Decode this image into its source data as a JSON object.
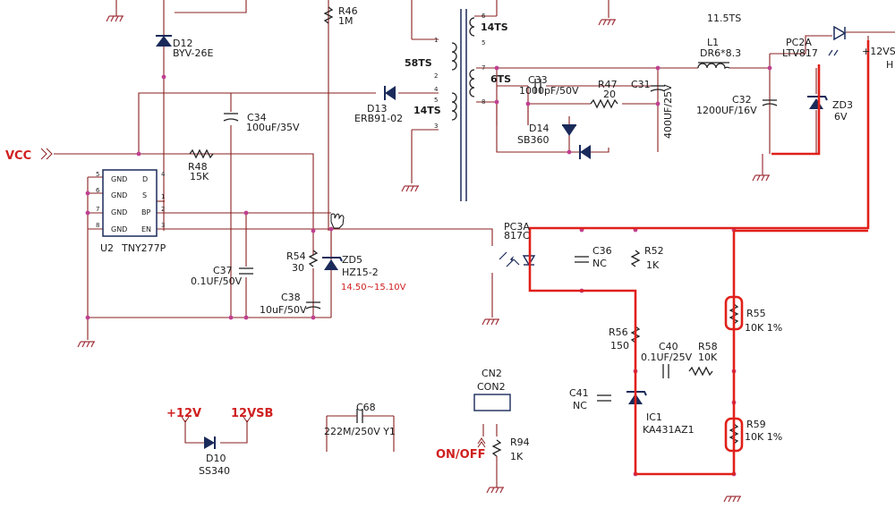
{
  "labels": {
    "vcc": "VCC",
    "plus12v": "+12V",
    "plus12vsb_top": "+12VS",
    "h": "H",
    "v12vsb": "12VSB",
    "onoff": "ON/OFF",
    "turns_11_5": "11.5TS",
    "turns_58": "58TS",
    "turns_14a": "14TS",
    "turns_14b": "14TS",
    "turns_6": "6TS"
  },
  "components": {
    "d12": {
      "ref": "D12",
      "value": "BYV-26E"
    },
    "r46": {
      "ref": "R46",
      "value": "1M"
    },
    "l1": {
      "ref": "L1",
      "value": "DR6*8.3"
    },
    "pc2a": {
      "ref": "PC2A",
      "value": "LTV817"
    },
    "c33": {
      "ref": "C33",
      "value": "1000pF/50V"
    },
    "r47": {
      "ref": "R47",
      "value": "20"
    },
    "c31": {
      "ref": "C31",
      "value": "400UF/25V"
    },
    "c32": {
      "ref": "C32",
      "value": "1200UF/16V"
    },
    "zd3": {
      "ref": "ZD3",
      "value": "6V"
    },
    "d13": {
      "ref": "D13",
      "value": "ERB91-02"
    },
    "c34": {
      "ref": "C34",
      "value": "100uF/35V"
    },
    "d14": {
      "ref": "D14",
      "value": "SB360"
    },
    "r48": {
      "ref": "R48",
      "value": "15K"
    },
    "u2": {
      "ref": "U2",
      "value": "TNY277P",
      "pins": [
        "GND",
        "GND",
        "GND",
        "GND",
        "D",
        "S",
        "BP",
        "EN"
      ]
    },
    "pc3a": {
      "ref": "PC3A",
      "value": "817C"
    },
    "c36": {
      "ref": "C36",
      "value": "NC"
    },
    "r52": {
      "ref": "R52",
      "value": "1K"
    },
    "r54": {
      "ref": "R54",
      "value": "30"
    },
    "zd5": {
      "ref": "ZD5",
      "value": "HZ15-2",
      "note": "14.50~15.10V"
    },
    "c37": {
      "ref": "C37",
      "value": "0.1UF/50V"
    },
    "c38": {
      "ref": "C38",
      "value": "10uF/50V"
    },
    "r55": {
      "ref": "R55",
      "value": "10K 1%"
    },
    "r56": {
      "ref": "R56",
      "value": "150"
    },
    "c40": {
      "ref": "C40",
      "value": "0.1UF/25V"
    },
    "r58": {
      "ref": "R58",
      "value": "10K"
    },
    "c41": {
      "ref": "C41",
      "value": "NC"
    },
    "ic1": {
      "ref": "IC1",
      "value": "KA431AZ1"
    },
    "r59": {
      "ref": "R59",
      "value": "10K 1%"
    },
    "cn2": {
      "ref": "CN2",
      "value": "CON2"
    },
    "r94": {
      "ref": "R94",
      "value": "1K"
    },
    "c68": {
      "ref": "C68",
      "value": "222M/250V Y1"
    },
    "d10": {
      "ref": "D10",
      "value": "SS340"
    }
  },
  "pin_numbers": {
    "t_left": [
      "1",
      "2",
      "4",
      "5",
      "3"
    ],
    "t_right": [
      "6",
      "5",
      "7",
      "8"
    ],
    "u2_left": [
      "5",
      "6",
      "7",
      "8"
    ],
    "u2_right": [
      "4",
      "1",
      "2",
      "3"
    ]
  },
  "colors": {
    "annotation": "#e0201a",
    "wire": "#8a1f1f",
    "junction": "#c04090"
  }
}
